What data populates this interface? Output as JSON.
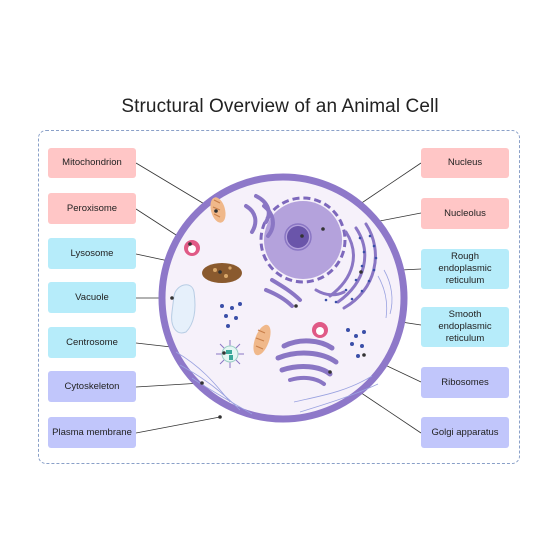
{
  "diagram": {
    "title": "Structural Overview of an Animal Cell",
    "left_labels": [
      {
        "text": "Mitochondrion",
        "color": "#ffc6c6"
      },
      {
        "text": "Peroxisome",
        "color": "#ffc6c6"
      },
      {
        "text": "Lysosome",
        "color": "#b6ecfa"
      },
      {
        "text": "Vacuole",
        "color": "#b6ecfa"
      },
      {
        "text": "Centrosome",
        "color": "#b6ecfa"
      },
      {
        "text": "Cytoskeleton",
        "color": "#c1c6fb"
      },
      {
        "text": "Plasma membrane",
        "color": "#c1c6fb"
      }
    ],
    "right_labels": [
      {
        "text": "Nucleus",
        "color": "#ffc6c6"
      },
      {
        "text": "Nucleolus",
        "color": "#ffc6c6"
      },
      {
        "text": "Rough endoplasmic reticulum",
        "color": "#b6ecfa"
      },
      {
        "text": "Smooth endoplasmic reticulum",
        "color": "#b6ecfa"
      },
      {
        "text": "Ribosomes",
        "color": "#c1c6fb"
      },
      {
        "text": "Golgi apparatus",
        "color": "#c1c6fb"
      }
    ],
    "colors": {
      "membrane": "#8e78c9",
      "cytoplasm": "#f6f1fa",
      "nucleus": "#b4a2dc",
      "nucleolus": "#6a55aa",
      "organelle_purple": "#8a76c4",
      "mitochondrion": "#f0b88a",
      "lysosome": "#8a5a2e",
      "peroxisome": "#e05a86",
      "vacuole": "#e6f0fb",
      "ribosome": "#3a4fa8",
      "label_pink": "#ffc6c6",
      "label_cyan": "#b6ecfa",
      "label_blue": "#c1c6fb"
    }
  }
}
